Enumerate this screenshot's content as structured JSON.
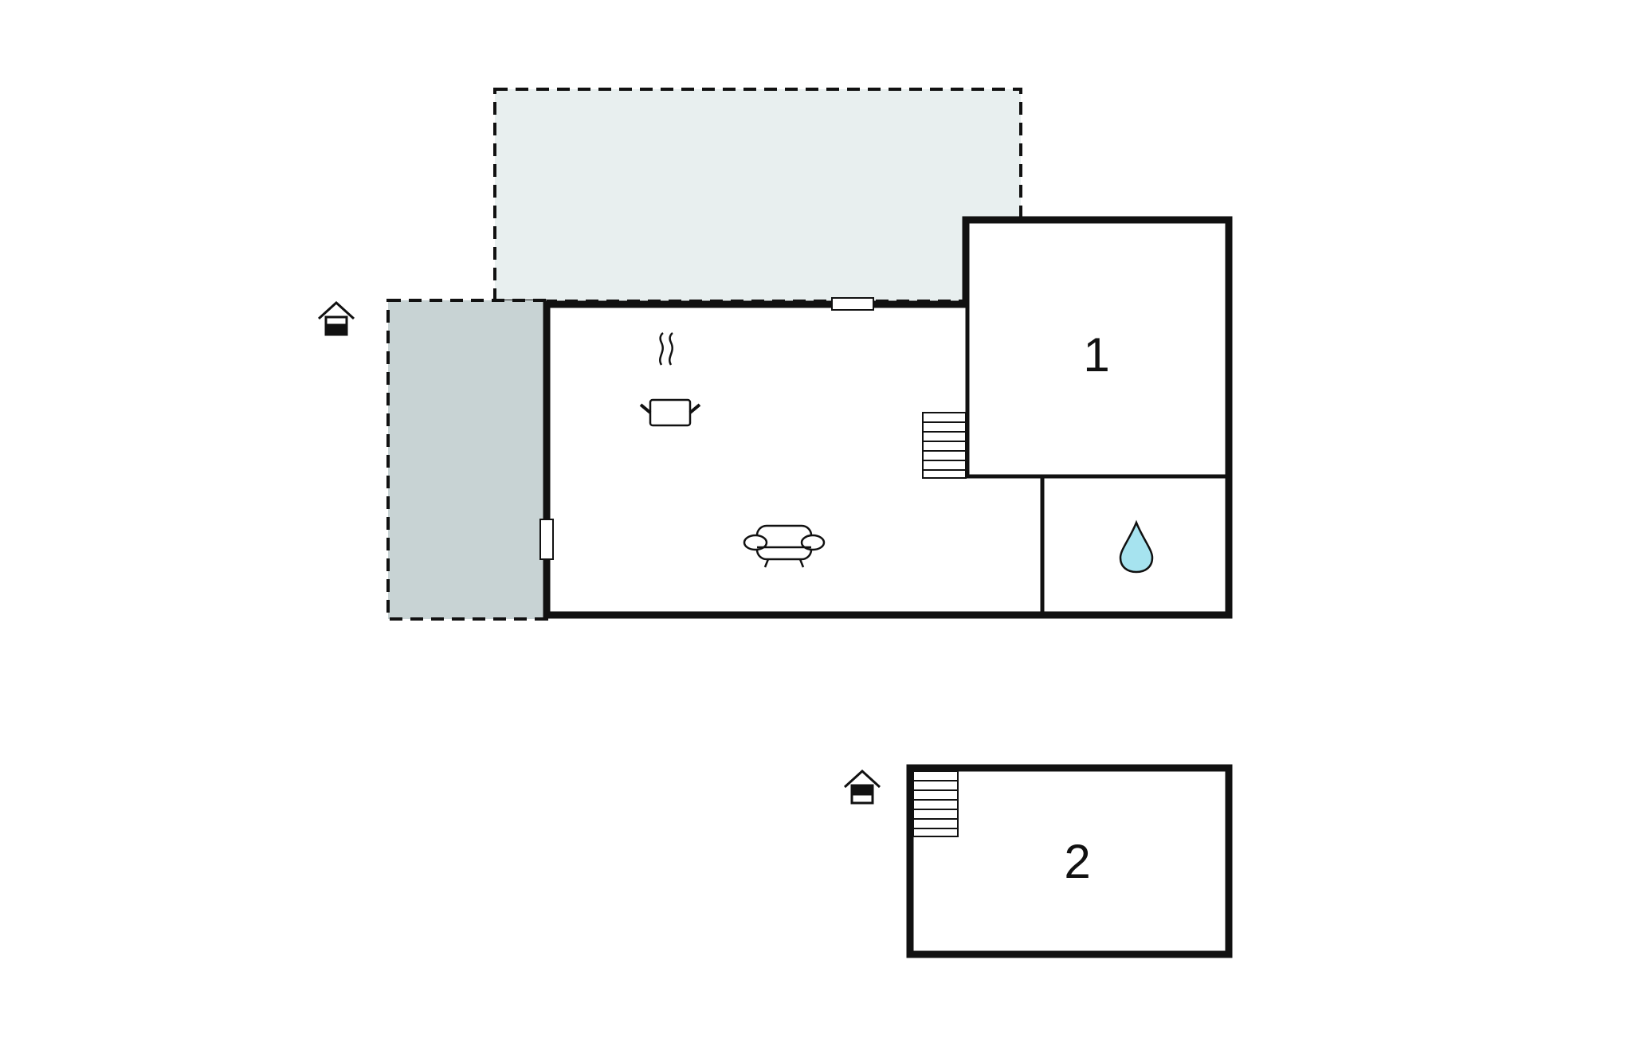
{
  "plan": {
    "level_icon_label": "level-indicator",
    "rooms": [
      {
        "id": "bedroom-1",
        "label": "1"
      },
      {
        "id": "bedroom-2",
        "label": "2"
      }
    ],
    "icons": {
      "kitchen": "cooking-pot-icon",
      "living": "sofa-icon",
      "bathroom": "water-drop-icon",
      "stairs": "stairs-icon",
      "floor_marker": "house-floor-icon"
    },
    "colors": {
      "wall": "#111111",
      "terrace_light": "#e8efef",
      "terrace_dark": "#c8d3d4",
      "water": "#a6e3ef"
    }
  }
}
